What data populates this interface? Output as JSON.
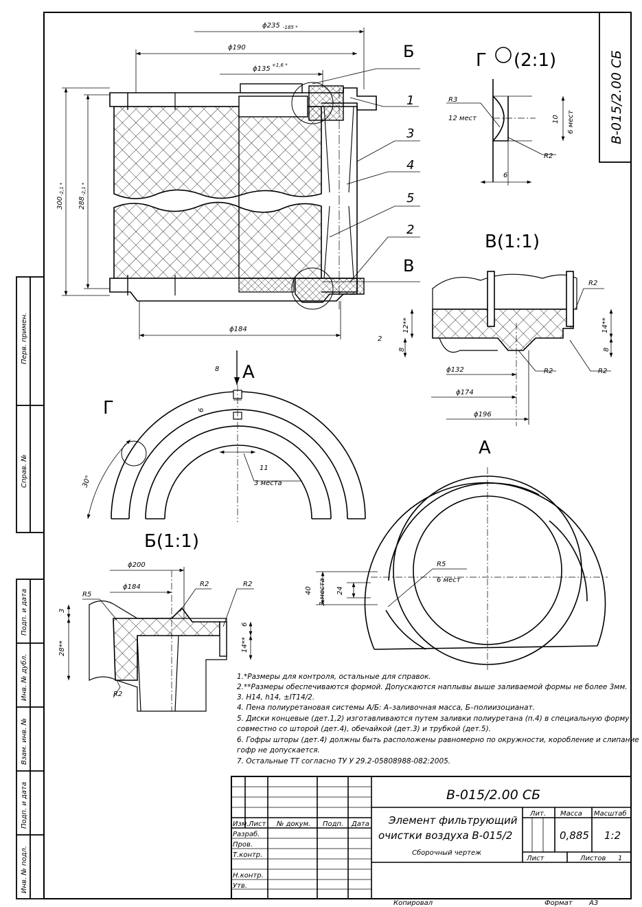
{
  "drawing_code": "В-015/2.00 СБ",
  "views": {
    "main": {
      "dims": {
        "d235": "ϕ235",
        "d235_tol": "-185 *",
        "d190": "ϕ190",
        "d135": "ϕ135",
        "d135_tol": "+1,6 *",
        "d184": "ϕ184",
        "h300": "300",
        "h300_tol": "-2,1 *",
        "h288": "288",
        "h288_tol": "-2,1 *"
      },
      "callouts": [
        "1",
        "3",
        "4",
        "5",
        "2"
      ],
      "section_marks": {
        "b": "Б",
        "v": "В"
      }
    },
    "detail_g": {
      "title": "Г",
      "title_scale": "(2:1)",
      "r3": "R3",
      "qty12": "12 мест",
      "d10": "10",
      "qty6": "6 мест",
      "r2": "R2",
      "d6": "6"
    },
    "detail_v": {
      "title": "В(1:1)",
      "r2a": "R2",
      "r2b": "R2",
      "r2c": "R2",
      "d12": "12**",
      "d14": "14**",
      "d2": "2",
      "d8a": "8",
      "d8b": "8",
      "d132": "ϕ132",
      "d174": "ϕ174",
      "d196": "ϕ196"
    },
    "view_a_half": {
      "mark_a": "А",
      "mark_g": "Г",
      "d8": "8",
      "d6": "6",
      "d11": "11",
      "qty3": "3 места",
      "angle": "30°"
    },
    "detail_b": {
      "title": "Б(1:1)",
      "d200": "ϕ200",
      "d184": "ϕ184",
      "r5": "R5",
      "r2a": "R2",
      "r2b": "R2",
      "r2c": "R2",
      "d3": "3",
      "d28": "28**",
      "d6": "6",
      "d14": "14**"
    },
    "view_a_full": {
      "title": "А",
      "r5": "R5",
      "qty6": "6 мест",
      "d40": "40",
      "qty3": "3 места",
      "d24": "24"
    }
  },
  "notes": [
    "1.*Размеры для контроля, остальные для справок.",
    "2.**Размеры обеспечиваются формой. Допускаются наплывы выше заливаемой формы не более 3мм.",
    "3. H14, h14, ±IT14/2.",
    "4. Пена полиуретановая системы А/Б: А–заливочная масса, Б–полиизоцианат.",
    "5. Диски концевые (дет.1,2) изготавливаются путем заливки полиуретана (п.4) в специальную форму",
    "совместно со шторой (дет.4), обечайкой (дет.3) и трубкой (дет.5).",
    "6. Гофры шторы (дет.4) должны быть расположены равномерно по окружности, коробление и слипание",
    "гофр не допускается.",
    "7. Остальные ТТ согласно ТУ У 29.2-05808988-082:2005."
  ],
  "title_block": {
    "code": "В-015/2.00 СБ",
    "name_line1": "Элемент фильтрующий",
    "name_line2": "очистки воздуха В-015/2",
    "doc_type": "Сборочный чертеж",
    "headers": {
      "izm": "Изм.",
      "list": "Лист",
      "doc": "№ докум.",
      "sign": "Подп.",
      "date": "Дата"
    },
    "roles": [
      "Разраб.",
      "Пров.",
      "Т.контр.",
      "",
      "Н.контр.",
      "Утв."
    ],
    "lit": "Лит.",
    "mass_label": "Масса",
    "scale_label": "Масштаб",
    "mass": "0,885",
    "scale": "1:2",
    "sheet_label": "Лист",
    "sheets_label": "Листов",
    "sheets": "1",
    "copied": "Копировал",
    "format_label": "Формат",
    "format": "А3"
  },
  "side_stamps": [
    "Перв. примен.",
    "Справ. №",
    "Подп. и дата",
    "Инв. № дубл.",
    "Взам. инв. №",
    "Подп. и дата",
    "Инв. № подл."
  ]
}
